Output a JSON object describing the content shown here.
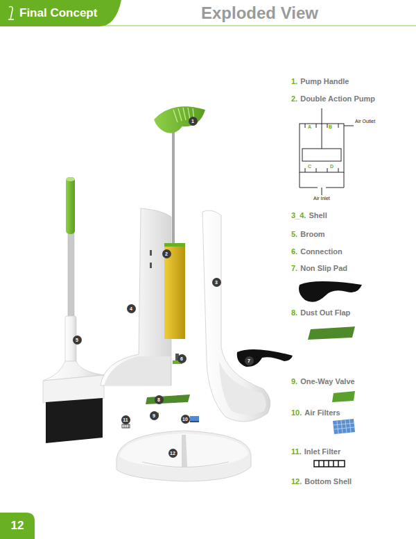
{
  "diagram": {
    "title": "Exploded View",
    "nodes": [
      {
        "text": [
          "Final Concept"
        ]
      },
      {
        "text": [
          "12"
        ]
      }
    ],
    "labels": [
      "1.",
      "Pump Handle",
      "2.",
      "Double Action Pump",
      "A",
      "B",
      "Air Outlet",
      "C",
      "D",
      "Air Inlet",
      "3_4.",
      "Shell",
      "5.",
      "Broom",
      "6.",
      "Connection",
      "7.",
      "Non Slip Pad",
      "8.",
      "Dust Out Flap",
      "9.",
      "One-Way Valve",
      "10.",
      "Air Filters",
      "11.",
      "Inlet Filter",
      "12.",
      "Bottom Shell",
      "1",
      "2",
      "3",
      "4",
      "5",
      "6",
      "7",
      "8",
      "9",
      "10",
      "11",
      "12"
    ]
  }
}
